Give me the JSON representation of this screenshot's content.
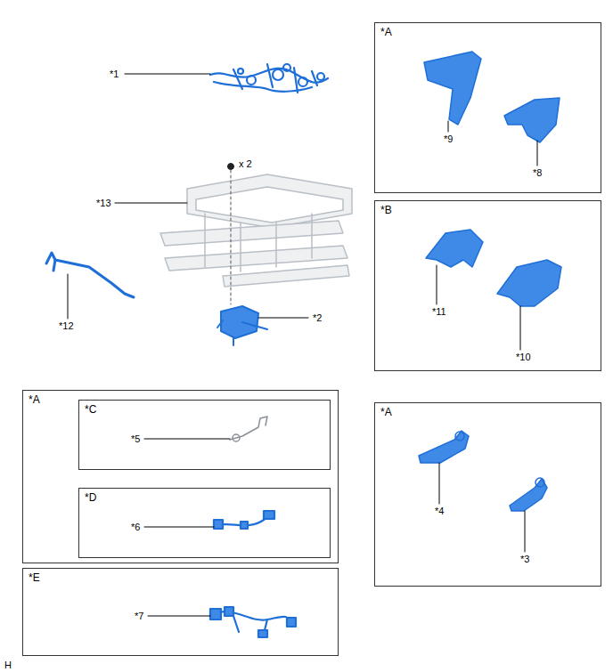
{
  "diagram": {
    "nodes": [
      {
        "text": [
          "*A"
        ]
      },
      {
        "text": [
          "*B"
        ]
      },
      {
        "text": [
          "*A"
        ]
      },
      {
        "text": [
          "*C"
        ],
        "in": 2
      },
      {
        "text": [
          "*D"
        ],
        "in": 2
      },
      {
        "text": [
          "*A"
        ]
      },
      {
        "text": [
          "*E"
        ]
      }
    ],
    "labels": [
      "*1",
      "x 2",
      "*13",
      "*12",
      "*2",
      "*9",
      "*8",
      "*11",
      "*10",
      "*5",
      "*6",
      "*4",
      "*3",
      "*7",
      "H"
    ]
  }
}
